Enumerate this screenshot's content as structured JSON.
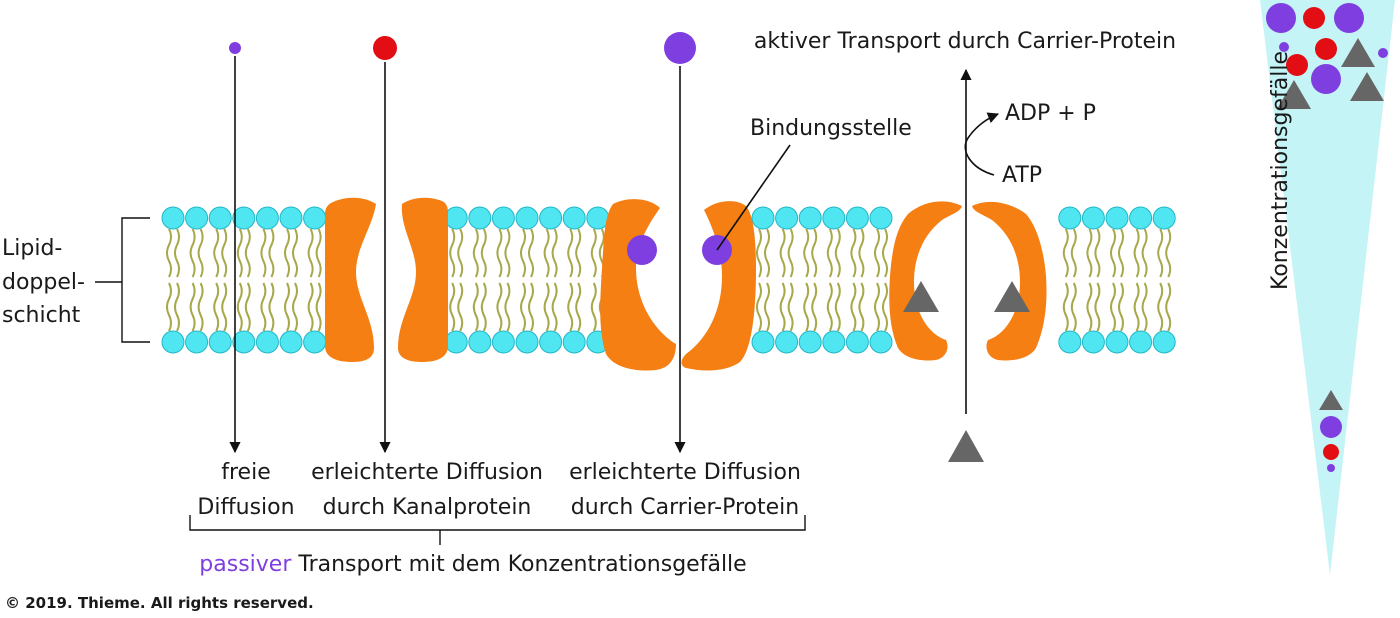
{
  "labels": {
    "active_title": "aktiver Transport durch Carrier-Protein",
    "adp": "ADP + P",
    "atp": "ATP",
    "binding_site": "Bindungsstelle",
    "lipid_line1": "Lipid-",
    "lipid_line2": "doppel-",
    "lipid_line3": "schicht",
    "free_line1": "freie",
    "free_line2": "Diffusion",
    "channel_line1": "erleichterte Diffusion",
    "channel_line2": "durch Kanalprotein",
    "carrier_line1": "erleichterte Diffusion",
    "carrier_line2": "durch Carrier-Protein",
    "passive_word": "passiver",
    "passive_rest": " Transport mit dem Konzentrationsgefälle",
    "gradient": "Konzentrationsgefälle",
    "copyright": "© 2019. Thieme. All rights reserved."
  },
  "colors": {
    "head": "#4fe6f2",
    "head_stroke": "#23b6c6",
    "tail": "#a7a84a",
    "protein": "#f57f12",
    "purple": "#7f3fe0",
    "red": "#e30d14",
    "triangle": "#666666",
    "gradient_fill": "#c4f4f6",
    "line": "#111111"
  }
}
